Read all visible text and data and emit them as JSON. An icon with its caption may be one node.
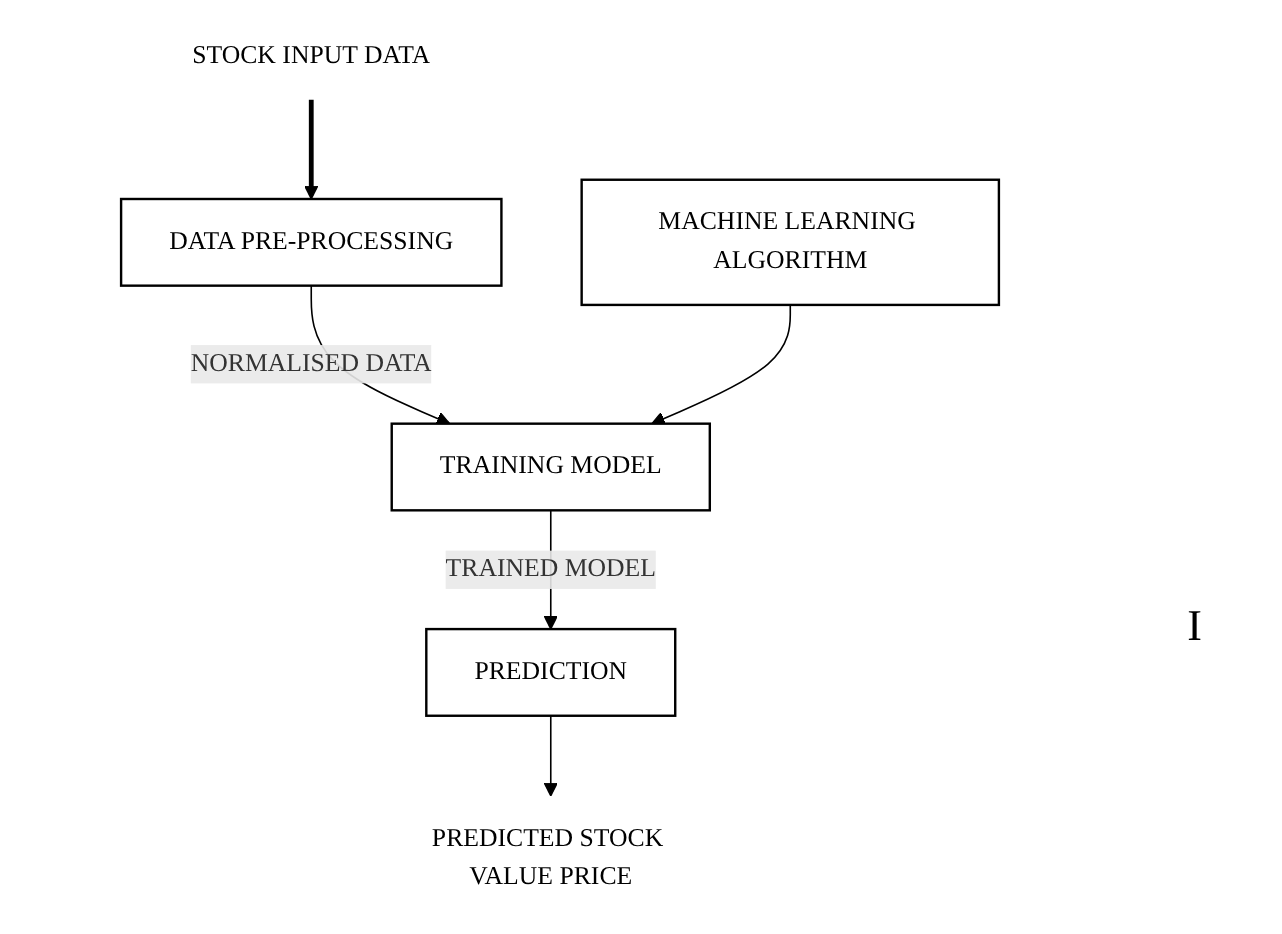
{
  "diagram": {
    "nodes": [
      {
        "text": [
          "STOCK INPUT DATA"
        ]
      },
      {
        "text": [
          "DATA PRE-PROCESSING"
        ]
      },
      {
        "text": [
          "TRAINING MODEL"
        ]
      },
      {
        "text": [
          "MACHINE LEARNING ALGORITHM"
        ]
      },
      {
        "text": [
          "PREDICTION"
        ]
      },
      {
        "text": [
          "PREDICTED STOCK VALUE PRICE"
        ]
      }
    ],
    "edges": [
      {
        "from": 0,
        "to": 1,
        "arrow": "to",
        "style": "thick"
      },
      {
        "from": 1,
        "to": 2,
        "arrow": "to",
        "label": "NORMALISED DATA"
      },
      {
        "from": 3,
        "to": 2,
        "arrow": "to"
      },
      {
        "from": 2,
        "to": 4,
        "arrow": "to",
        "label": "TRAINED MODEL"
      },
      {
        "from": 4,
        "to": 5,
        "arrow": "to"
      }
    ],
    "labels": [
      "I"
    ]
  }
}
